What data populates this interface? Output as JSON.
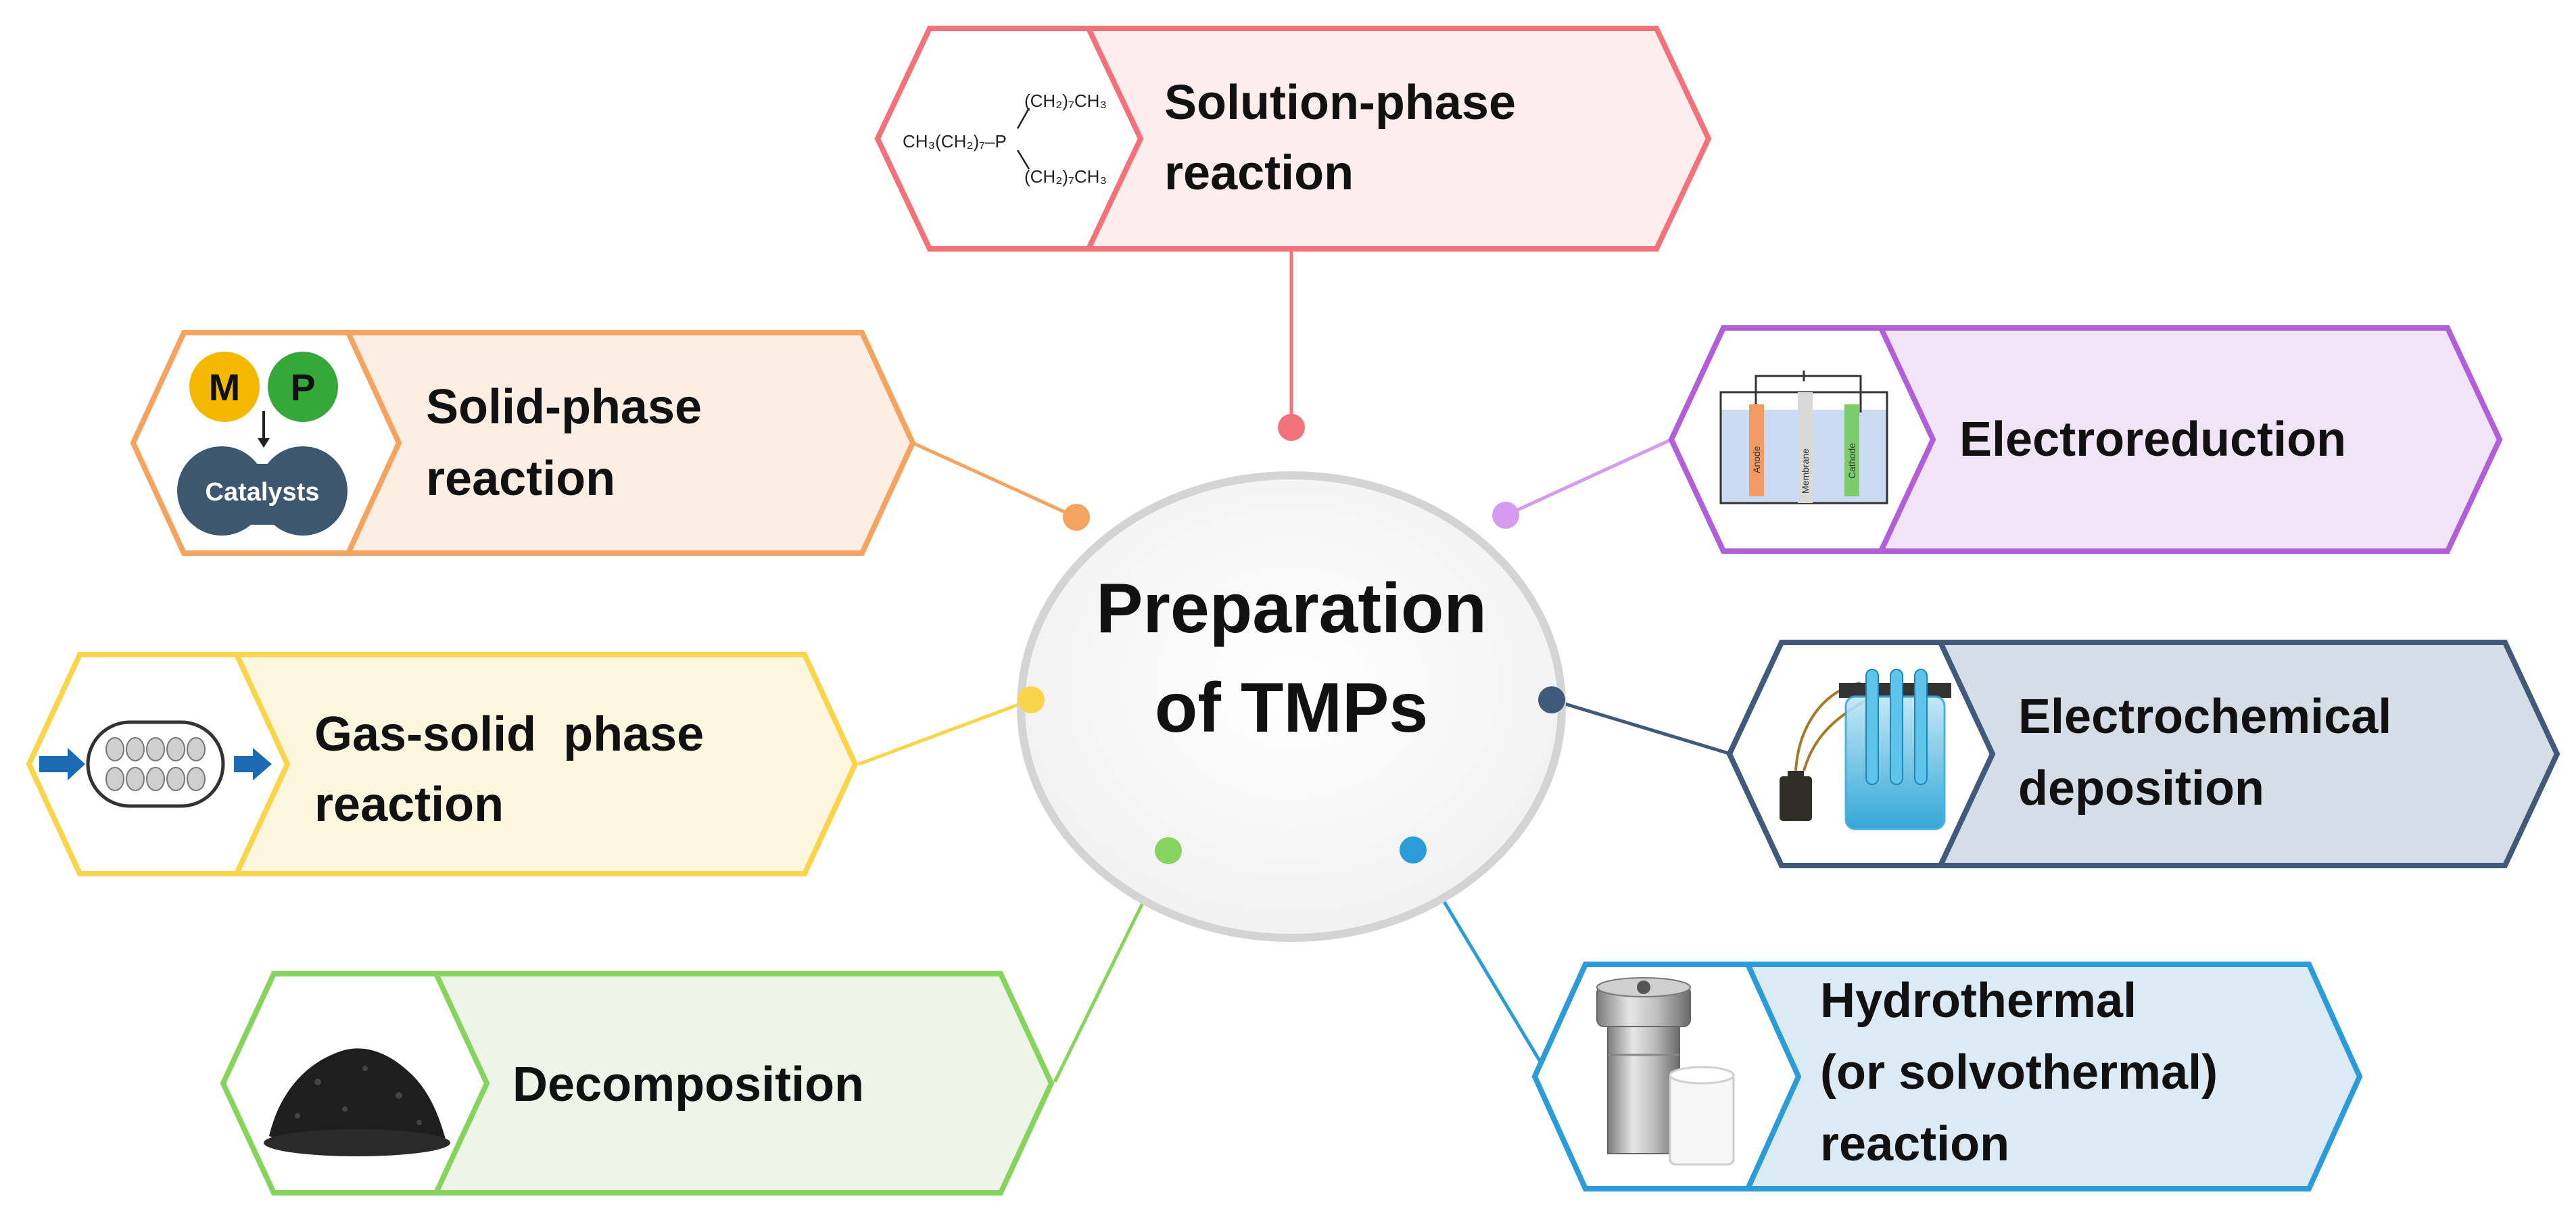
{
  "center": {
    "title_lines": [
      "Preparation",
      "of TMPs"
    ]
  },
  "methods": {
    "solution": {
      "lines": [
        "Solution-phase",
        "reaction"
      ],
      "color": "#F2727A",
      "fill": "#FDEDEC"
    },
    "solid": {
      "lines": [
        "Solid-phase",
        "reaction"
      ],
      "color": "#F4A460",
      "fill": "#FDEEE3"
    },
    "gas": {
      "lines": [
        "Gas-solid  phase",
        "reaction"
      ],
      "color": "#FAD44A",
      "fill": "#FDF6DF"
    },
    "decomposition": {
      "lines": [
        "Decomposition"
      ],
      "color": "#86D45E",
      "fill": "#EEF5E8"
    },
    "hydrothermal": {
      "lines": [
        "Hydrothermal",
        "(or solvothermal)",
        "reaction"
      ],
      "color": "#2B9CD8",
      "fill": "#DCEAF6"
    },
    "electrochemical": {
      "lines": [
        "Electrochemical",
        "deposition"
      ],
      "color": "#3F5A7A",
      "fill": "#D5DDE6"
    },
    "electroreduction": {
      "lines": [
        "Electroreduction"
      ],
      "color": "#B25ED9",
      "fill": "#F2E4F7"
    }
  },
  "icons": {
    "solution_formula": {
      "left": "CH₃(CH₂)₇–P",
      "top": "(CH₂)₇CH₃",
      "bottom": "(CH₂)₇CH₃"
    },
    "solid": {
      "m": "M",
      "p": "P",
      "catalysts": "Catalysts",
      "m_color": "#F5B800",
      "p_color": "#35A83A",
      "blob_color": "#3E5770"
    },
    "electroreduction": {
      "anode": "Anode",
      "membrane": "Membrane",
      "cathode": "Cathode"
    }
  }
}
